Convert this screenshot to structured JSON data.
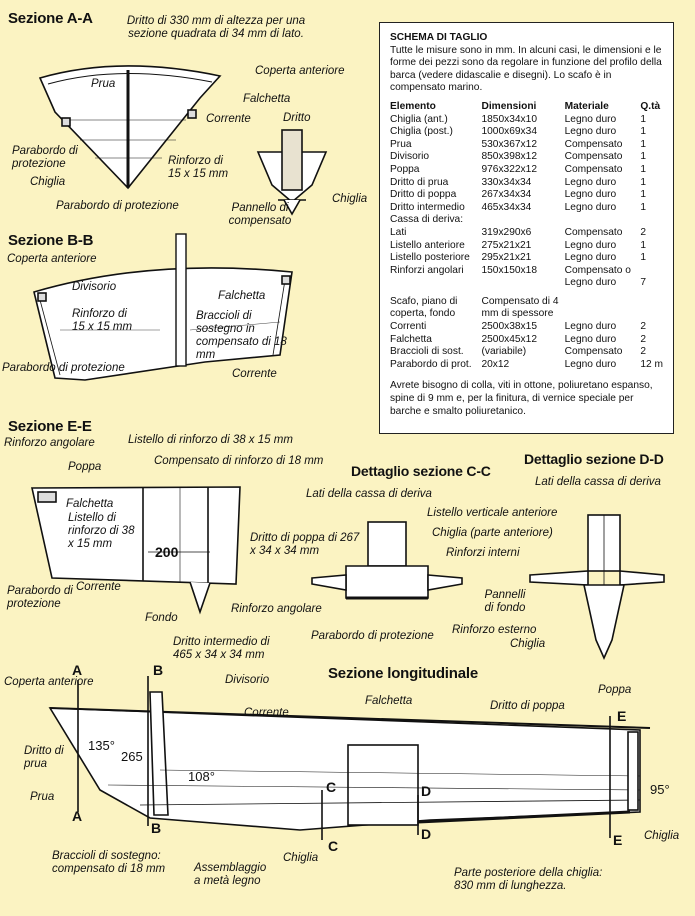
{
  "sections": {
    "aa": {
      "title": "Sezione A-A",
      "labels": {
        "dritto_note": "Dritto di 330 mm di altezza per una sezione quadrata di 34 mm di lato.",
        "prua": "Prua",
        "coperta": "Coperta anteriore",
        "falchetta": "Falchetta",
        "corrente": "Corrente",
        "parabordo_left": "Parabordo di protezione",
        "chiglia": "Chiglia",
        "rinforzo": "Rinforzo di 15 x 15 mm",
        "parabordo_bottom": "Parabordo di protezione",
        "dritto": "Dritto",
        "chiglia2": "Chiglia",
        "pannello": "Pannello di compensato"
      }
    },
    "bb": {
      "title": "Sezione B-B",
      "labels": {
        "coperta": "Coperta anteriore",
        "divisorio": "Divisorio",
        "rinforzo": "Rinforzo di 15 x 15 mm",
        "falchetta": "Falchetta",
        "bracciolo": "Braccioli di sostegno in compensato di 18 mm",
        "parabordo": "Parabordo di protezione",
        "corrente": "Corrente"
      }
    },
    "ee": {
      "title": "Sezione E-E",
      "labels": {
        "rinforzo_ang": "Rinforzo angolare",
        "listello_top": "Listello di rinforzo di 38 x 15 mm",
        "poppa": "Poppa",
        "compensato": "Compensato di rinforzo di 18 mm",
        "falchetta": "Falchetta",
        "listello": "Listello di rinforzo di 38 x 15 mm",
        "dim200": "200",
        "dritto_poppa": "Dritto di poppa di 267 x 34 x 34 mm",
        "parabordo": "Parabordo di protezione",
        "corrente": "Corrente",
        "fondo": "Fondo",
        "rinforzo_ang2": "Rinforzo angolare"
      }
    },
    "cc": {
      "title": "Dettaglio sezione C-C",
      "labels": {
        "lati": "Lati della cassa di deriva",
        "listello_vert": "Listello verticale anteriore",
        "chiglia_ant": "Chiglia (parte anteriore)",
        "rinforzi_int": "Rinforzi interni",
        "pannelli": "Pannelli di fondo",
        "parabordo": "Parabordo di protezione",
        "rinforzo_est": "Rinforzo esterno"
      }
    },
    "dd": {
      "title": "Dettaglio sezione D-D",
      "labels": {
        "lati": "Lati della cassa di deriva",
        "chiglia": "Chiglia"
      }
    },
    "long": {
      "title": "Sezione longitudinale",
      "labels": {
        "dritto_int": "Dritto intermedio di 465 x 34 x 34 mm",
        "divisorio": "Divisorio",
        "coperta": "Coperta anteriore",
        "falchetta": "Falchetta",
        "corrente": "Corrente",
        "poppa": "Poppa",
        "dritto_poppa": "Dritto di poppa",
        "dritto_prua": "Dritto di prua",
        "prua": "Prua",
        "a135": "135°",
        "d265": "265",
        "a108": "108°",
        "a95": "95°",
        "chiglia": "Chiglia",
        "chiglia2": "Chiglia",
        "braccioli": "Braccioli di sostegno: compensato di 18 mm",
        "assemblaggio": "Assemblaggio a metà legno",
        "parte_post": "Parte posteriore della chiglia: 830 mm di lunghezza.",
        "A": "A",
        "B": "B",
        "C": "C",
        "D": "D",
        "E": "E"
      }
    }
  },
  "schema": {
    "title": "SCHEMA DI TAGLIO",
    "intro": "Tutte le misure sono in mm. In alcuni casi, le dimensioni e le forme dei pezzi sono da regolare in funzione del profilo della barca (vedere didascalie e disegni). Lo scafo è in compensato marino.",
    "headers": [
      "Elemento",
      "Dimensioni",
      "Materiale",
      "Q.tà"
    ],
    "rows": [
      [
        "Chiglia (ant.)",
        "1850x34x10",
        "Legno duro",
        "1"
      ],
      [
        "Chiglia (post.)",
        "1000x69x34",
        "Legno duro",
        "1"
      ],
      [
        "Prua",
        "530x367x12",
        "Compensato",
        "1"
      ],
      [
        "Divisorio",
        "850x398x12",
        "Compensato",
        "1"
      ],
      [
        "Poppa",
        "976x322x12",
        "Compensato",
        "1"
      ],
      [
        "Dritto di prua",
        "330x34x34",
        "Legno duro",
        "1"
      ],
      [
        "Dritto di poppa",
        "267x34x34",
        "Legno duro",
        "1"
      ],
      [
        "Dritto intermedio",
        "465x34x34",
        "Legno duro",
        "1"
      ],
      [
        "Cassa di deriva:",
        "",
        "",
        ""
      ],
      [
        "Lati",
        "319x290x6",
        "Compensato",
        "2"
      ],
      [
        "Listello anteriore",
        "275x21x21",
        "Legno duro",
        "1"
      ],
      [
        "Listello posteriore",
        "295x21x21",
        "Legno duro",
        "1"
      ],
      [
        "Rinforzi angolari",
        "150x150x18",
        "Compensato o",
        ""
      ],
      [
        "",
        "",
        "Legno duro",
        "7"
      ],
      [
        "Scafo, piano di",
        "Compensato di 4",
        "",
        ""
      ],
      [
        "coperta, fondo",
        "mm di spessore",
        "",
        ""
      ],
      [
        "Correnti",
        "2500x38x15",
        "Legno duro",
        "2"
      ],
      [
        "Falchetta",
        "2500x45x12",
        "Legno duro",
        "2"
      ],
      [
        "Braccioli di sost.",
        "(variabile)",
        "Compensato",
        "2"
      ],
      [
        "Parabordo di prot.",
        "20x12",
        "Legno duro",
        "12 m"
      ]
    ],
    "footer": "Avrete bisogno di colla, viti in ottone, poliuretano espanso, spine di 9 mm e, per la finitura, di vernice speciale per barche e smalto poliuretanico."
  }
}
